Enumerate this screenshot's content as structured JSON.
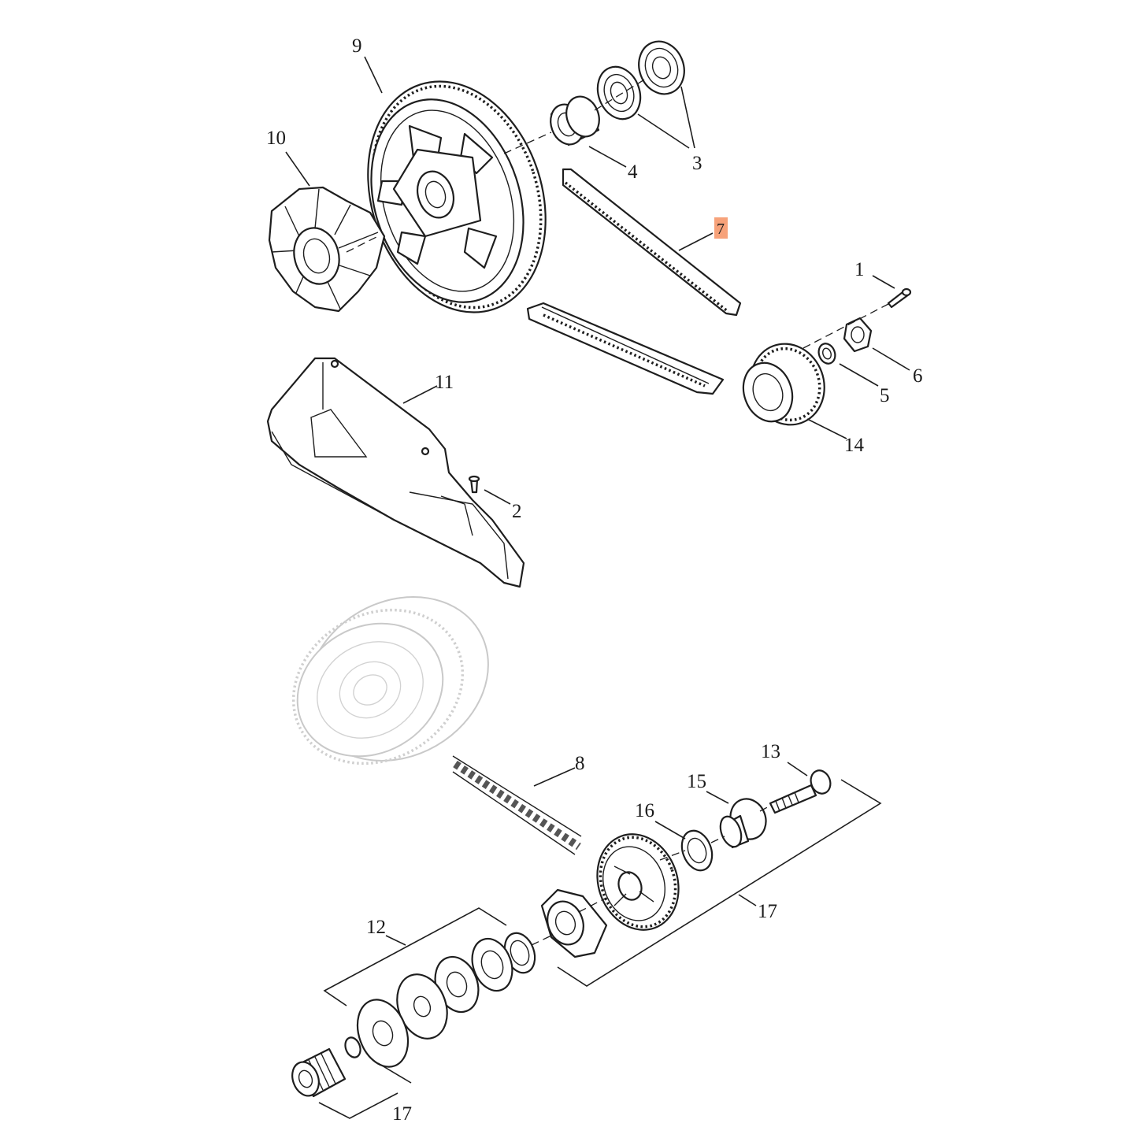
{
  "callouts": {
    "c1": "1",
    "c2": "2",
    "c3": "3",
    "c4": "4",
    "c5": "5",
    "c6": "6",
    "c7": "7",
    "c8": "8",
    "c9": "9",
    "c10": "10",
    "c11": "11",
    "c12": "12",
    "c13": "13",
    "c14": "14",
    "c15": "15",
    "c16": "16",
    "c17a": "17",
    "c17b": "17"
  },
  "highlight": {
    "callout": "7",
    "color": "#f7a27a"
  }
}
